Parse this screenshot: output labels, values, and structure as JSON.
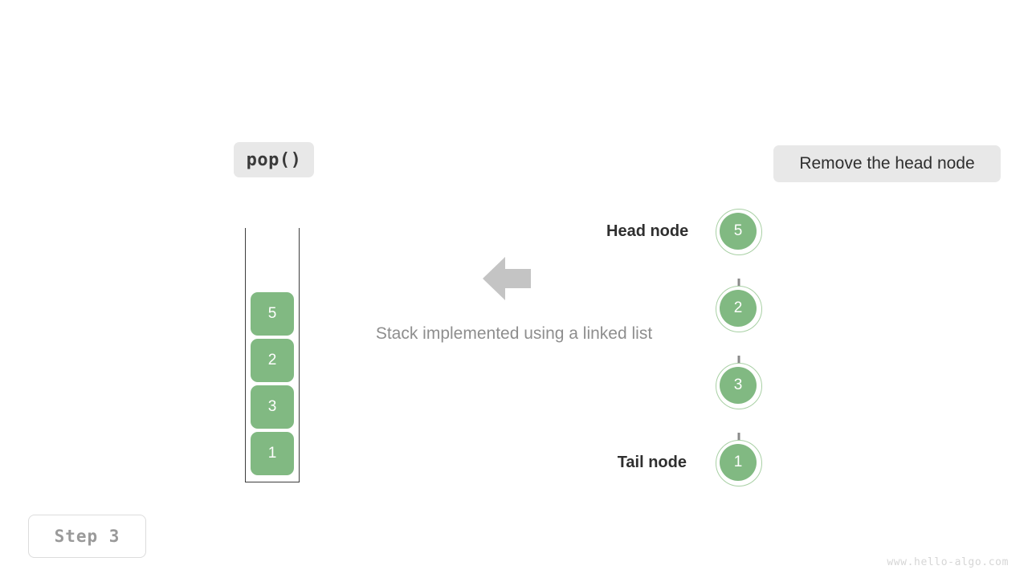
{
  "operation": {
    "label": "pop()"
  },
  "action": {
    "label": "Remove the head node"
  },
  "step": {
    "label": "Step 3"
  },
  "watermark": {
    "text": "www.hello-algo.com"
  },
  "center": {
    "caption": "Stack implemented using a linked list"
  },
  "stack_view": {
    "cells": [
      {
        "value": "5"
      },
      {
        "value": "2"
      },
      {
        "value": "3"
      },
      {
        "value": "1"
      }
    ]
  },
  "linked_list_view": {
    "head_label": "Head node",
    "tail_label": "Tail node",
    "nodes": [
      {
        "value": "5"
      },
      {
        "value": "2"
      },
      {
        "value": "3"
      },
      {
        "value": "1"
      }
    ]
  },
  "colors": {
    "node_fill": "#81b982",
    "node_ring": "#a8d0a4",
    "edge": "#8a8a8a",
    "chip_bg": "#e8e8e8",
    "arrow": "#c4c4c4",
    "caption_text": "#8e8e8e"
  },
  "icons": {
    "flow_arrow": "left-arrow-icon"
  }
}
